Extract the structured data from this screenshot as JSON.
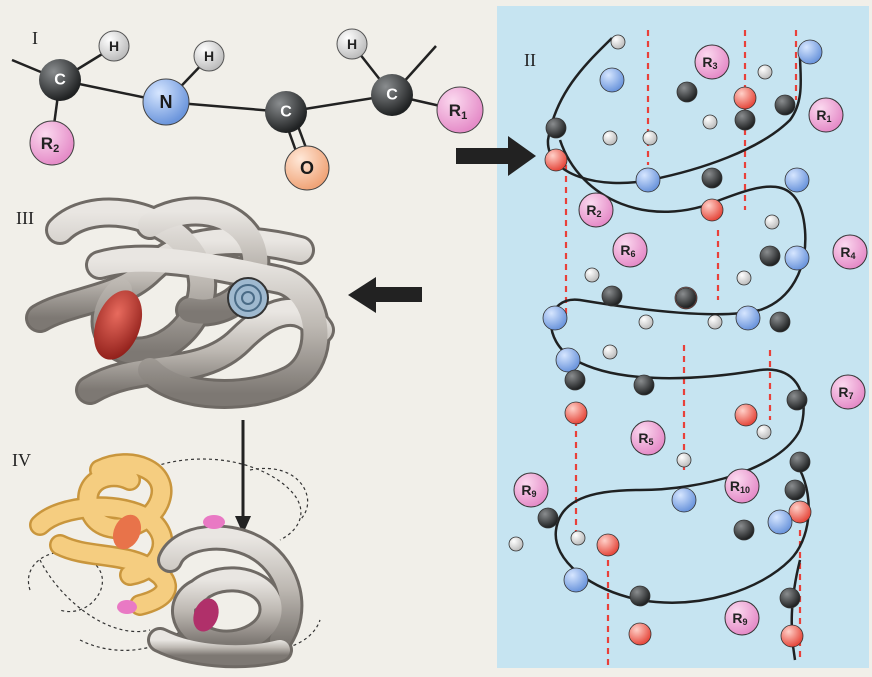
{
  "panels": {
    "p1": "I",
    "p2": "II",
    "p3": "III",
    "p4": "IV"
  },
  "atoms": {
    "carbon": "C",
    "nitrogen": "N",
    "oxygen": "O",
    "hydrogen": "H"
  },
  "residues": {
    "r1": "R",
    "r1_sub": "1",
    "r2": "R",
    "r2_sub": "2",
    "r3": "R",
    "r3_sub": "3",
    "r4": "R",
    "r4_sub": "4",
    "r5": "R",
    "r5_sub": "5",
    "r6": "R",
    "r6_sub": "6",
    "r7": "R",
    "r7_sub": "7",
    "r9": "R",
    "r9_sub": "9",
    "r10": "R",
    "r10_sub": "10",
    "r9b": "R",
    "r9b_sub": "9"
  },
  "colors": {
    "helix_bg": "#c6e4f1",
    "carbon": "#2f3233",
    "nitrogen": "#7fa6e6",
    "oxygen": "#f07a6e",
    "hydrogen": "#f4f4f4",
    "residue": "#f0a6d8",
    "carbonyl_o": "#f3b592",
    "hbond": "#e8403a",
    "tube": "#c2bdb7",
    "tube_yellow": "#f5cd80",
    "heme": "#c0322b"
  },
  "icons": {
    "arrow_right": "arrow-right-icon",
    "arrow_left": "arrow-left-icon",
    "arrow_down": "arrow-down-icon"
  }
}
